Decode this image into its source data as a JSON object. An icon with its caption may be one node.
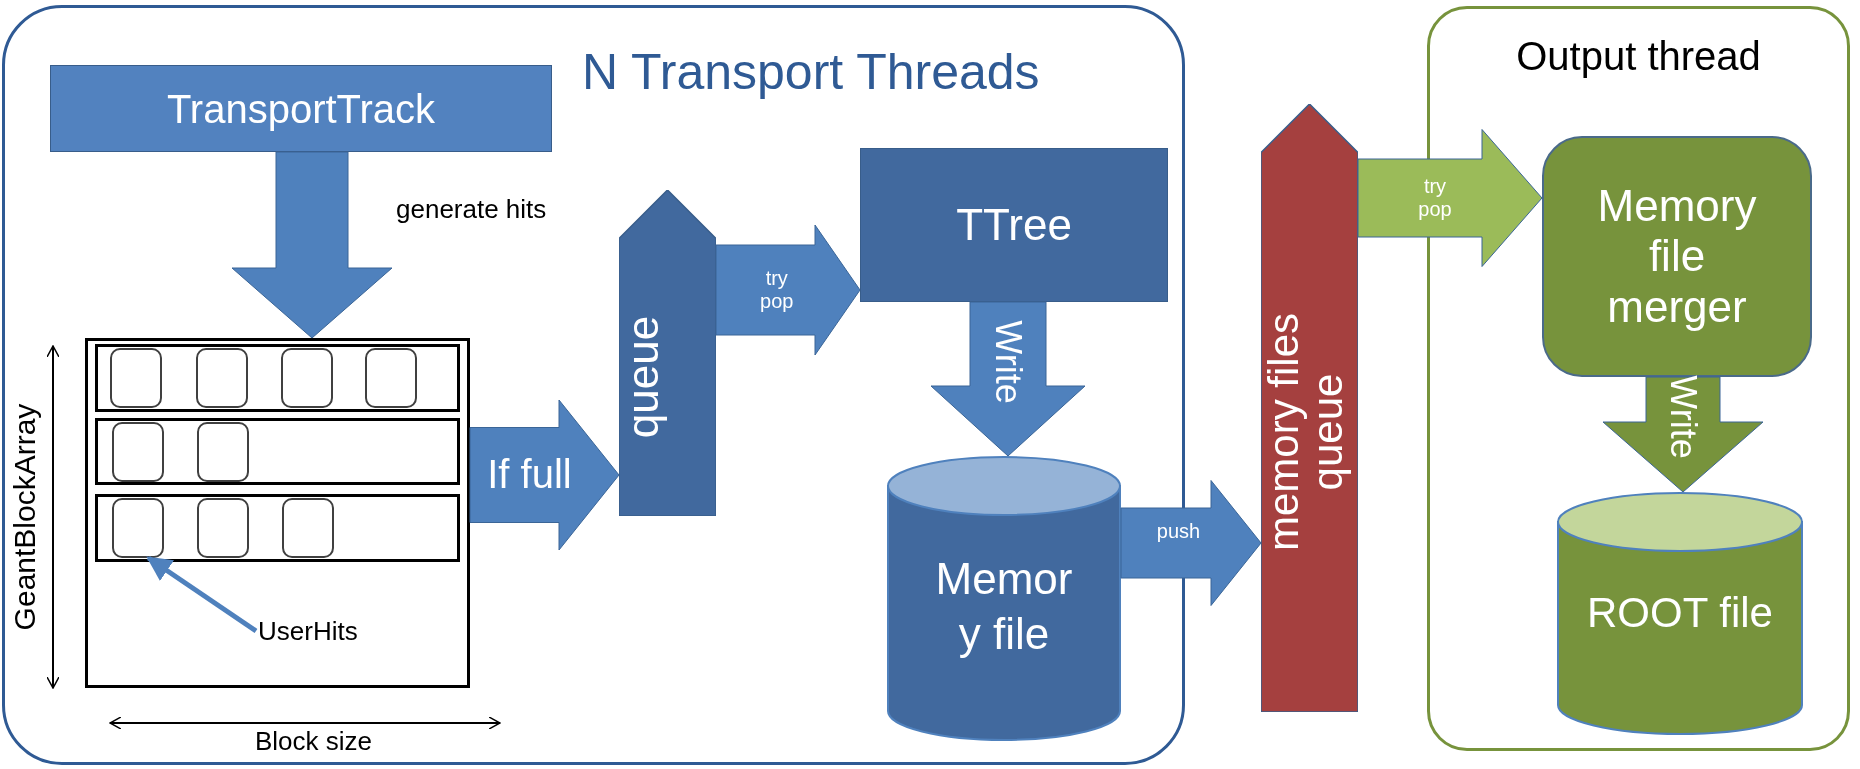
{
  "diagram": {
    "nodes": [
      {
        "text": [
          "N Transport Threads"
        ]
      },
      {
        "text": [
          "TransportTrack"
        ],
        "in": 0
      },
      {
        "text": [],
        "shape": "box",
        "in": 0
      },
      {
        "text": [],
        "shape": "box",
        "in": 2
      },
      {
        "text": [],
        "shape": "box",
        "in": 2
      },
      {
        "text": [],
        "shape": "box",
        "in": 2
      },
      {
        "text": [],
        "shape": "box",
        "in": 3
      },
      {
        "text": [],
        "shape": "box",
        "in": 3
      },
      {
        "text": [],
        "shape": "box",
        "in": 3
      },
      {
        "text": [],
        "shape": "box",
        "in": 3
      },
      {
        "text": [],
        "shape": "box",
        "in": 4
      },
      {
        "text": [],
        "shape": "box",
        "in": 4
      },
      {
        "text": [],
        "shape": "box",
        "in": 5
      },
      {
        "text": [],
        "shape": "box",
        "in": 5
      },
      {
        "text": [],
        "shape": "box",
        "in": 5
      },
      {
        "text": [
          "UserHits"
        ],
        "in": 2
      },
      {
        "text": [
          "queue"
        ],
        "in": 0
      },
      {
        "text": [
          "TTree"
        ],
        "in": 0
      },
      {
        "text": [
          "Memor y file"
        ],
        "in": 0
      },
      {
        "text": [
          "memory files queue"
        ]
      },
      {
        "text": [
          "Output thread"
        ]
      },
      {
        "text": [
          "Memory file merger"
        ],
        "in": 20
      },
      {
        "text": [
          "ROOT file"
        ],
        "in": 20
      }
    ],
    "edges": [
      {
        "from": 1,
        "to": 2,
        "arrow": "to",
        "label": "generate hits",
        "style": "thick"
      },
      {
        "from": 2,
        "to": 16,
        "arrow": "to",
        "label": "If full",
        "style": "thick"
      },
      {
        "from": 16,
        "to": 17,
        "arrow": "to",
        "label": "try pop",
        "style": "thick"
      },
      {
        "from": 17,
        "to": 18,
        "arrow": "to",
        "label": "Write",
        "style": "thick"
      },
      {
        "from": 18,
        "to": 19,
        "arrow": "to",
        "label": "push",
        "style": "thick"
      },
      {
        "from": 19,
        "to": 21,
        "arrow": "to",
        "label": "try pop",
        "style": "thick",
        "color": "#9bbb59"
      },
      {
        "from": 21,
        "to": 22,
        "arrow": "to",
        "label": "Write",
        "style": "thick",
        "color": "#77933c"
      },
      {
        "from": 15,
        "to": 12,
        "arrow": "to"
      }
    ],
    "labels": [
      "GeantBlockArray",
      "Block size"
    ]
  }
}
